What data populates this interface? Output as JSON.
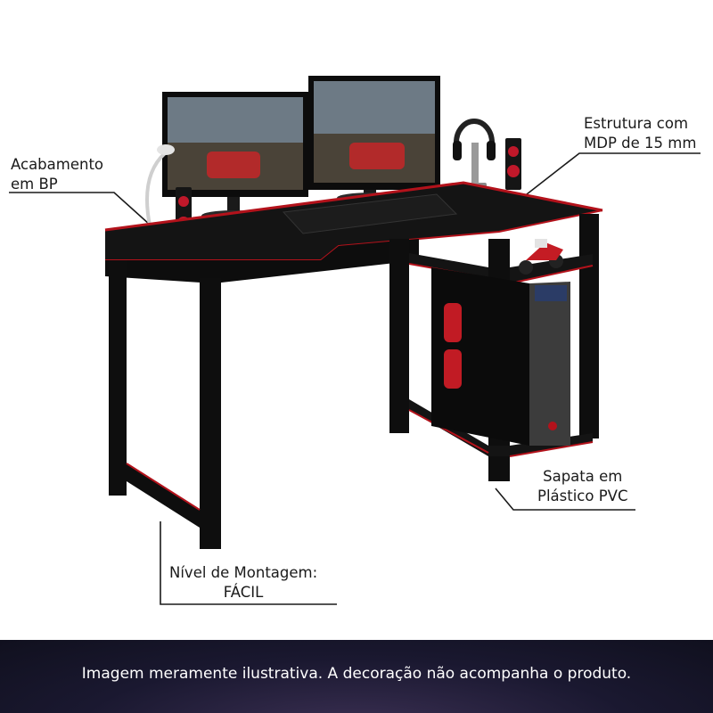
{
  "callouts": {
    "acabamento": {
      "line1": "Acabamento",
      "line2": "em BP"
    },
    "estrutura": {
      "line1": "Estrutura com",
      "line2": "MDP de 15 mm"
    },
    "sapata": {
      "line1": "Sapata em",
      "line2": "Plástico PVC"
    },
    "nivel": {
      "line1": "Nível de Montagem:",
      "line2": "FÁCIL"
    }
  },
  "disclaimer": "Imagem meramente ilustrativa. A decoração não acompanha o produto.",
  "colors": {
    "desk": "#111111",
    "edge_trim": "#b3121b",
    "banner": "#1a1830",
    "callout_text": "#1a1a1a"
  },
  "icons": [
    "desk-illustration",
    "monitor-icon",
    "headphones-icon",
    "speaker-icon",
    "keyboard-icon",
    "pc-tower-icon",
    "motorcycle-figurine-icon",
    "lamp-icon"
  ]
}
